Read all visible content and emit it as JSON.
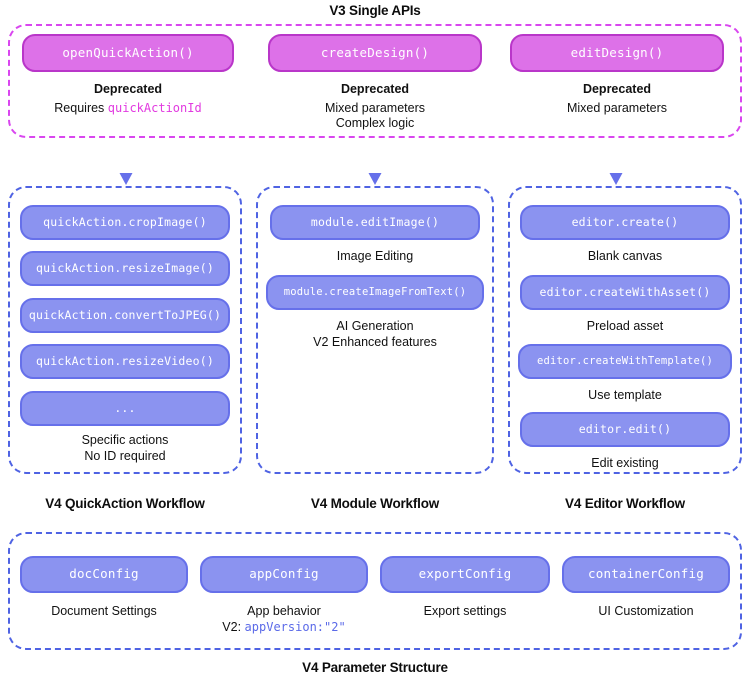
{
  "diagram": {
    "title_top": "V3 Single APIs",
    "colors": {
      "magenta_fill": "#dd71e8",
      "magenta_border": "#b936c9",
      "magenta_dash": "#d946ef",
      "blue_fill": "#8b93f0",
      "blue_border": "#6670ea",
      "blue_dash": "#4f63e3",
      "mono_magenta_text": "#e23ae0",
      "mono_blue_text": "#5b6ae8",
      "text": "#111111",
      "background": "#ffffff"
    }
  },
  "v3_section": {
    "title": "V3 Single APIs",
    "nodes": [
      {
        "label": "openQuickAction()",
        "status": "Deprecated",
        "note_prefix": "Requires ",
        "note_code": "quickActionId",
        "note_line2": ""
      },
      {
        "label": "createDesign()",
        "status": "Deprecated",
        "note_prefix": "Mixed parameters",
        "note_code": "",
        "note_line2": "Complex logic"
      },
      {
        "label": "editDesign()",
        "status": "Deprecated",
        "note_prefix": "Mixed parameters",
        "note_code": "",
        "note_line2": ""
      }
    ]
  },
  "v4_columns": [
    {
      "title": "V4 QuickAction Workflow",
      "pills": [
        "quickAction.cropImage()",
        "quickAction.resizeImage()",
        "quickAction.convertToJPEG()",
        "quickAction.resizeVideo()",
        "..."
      ],
      "footer_line1": "Specific actions",
      "footer_line2": "No ID required"
    },
    {
      "title": "V4 Module Workflow",
      "pills": [
        "module.editImage()",
        "module.createImageFromText()"
      ],
      "caption_1": "Image Editing",
      "caption_2_line1": "AI Generation",
      "caption_2_line2": "V2 Enhanced features"
    },
    {
      "title": "V4 Editor Workflow",
      "pills": [
        "editor.create()",
        "editor.createWithAsset()",
        "editor.createWithTemplate()",
        "editor.edit()"
      ],
      "captions": [
        "Blank canvas",
        "Preload asset",
        "Use template",
        "Edit existing"
      ]
    }
  ],
  "v4_params": {
    "title": "V4 Parameter Structure",
    "items": [
      {
        "label": "docConfig",
        "caption": "Document Settings",
        "extra_prefix": "",
        "extra_code": ""
      },
      {
        "label": "appConfig",
        "caption": "App behavior",
        "extra_prefix": "V2: ",
        "extra_code": "appVersion:\"2\""
      },
      {
        "label": "exportConfig",
        "caption": "Export settings",
        "extra_prefix": "",
        "extra_code": ""
      },
      {
        "label": "containerConfig",
        "caption": "UI Customization",
        "extra_prefix": "",
        "extra_code": ""
      }
    ]
  }
}
